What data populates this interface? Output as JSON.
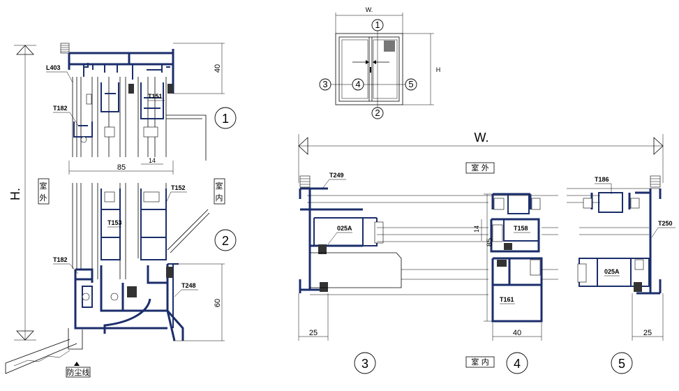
{
  "key_plan": {
    "width_label": "W.",
    "height_label": "H",
    "markers": [
      "1",
      "2",
      "3",
      "4",
      "5"
    ]
  },
  "vertical_section": {
    "height_label": "H.",
    "outside_label": "室 外",
    "inside_label": "室 内",
    "profiles": [
      "L403",
      "T182",
      "T151",
      "T152",
      "T153",
      "T182",
      "T248"
    ],
    "dimensions": [
      "40",
      "85",
      "14",
      "60"
    ],
    "sill_label": "防尘线",
    "section_markers": [
      "1",
      "2"
    ]
  },
  "horizontal_section": {
    "width_label": "W.",
    "outside_label": "室 外",
    "inside_label": "室 内",
    "profiles": [
      "T249",
      "025A",
      "T158",
      "T161",
      "T186",
      "025A",
      "T250"
    ],
    "dimensions": [
      "25",
      "14",
      "85",
      "40",
      "25"
    ],
    "section_markers": [
      "3",
      "4",
      "5"
    ]
  },
  "colors": {
    "profile": "#1b2e6b",
    "line": "#000000",
    "background": "#ffffff"
  }
}
